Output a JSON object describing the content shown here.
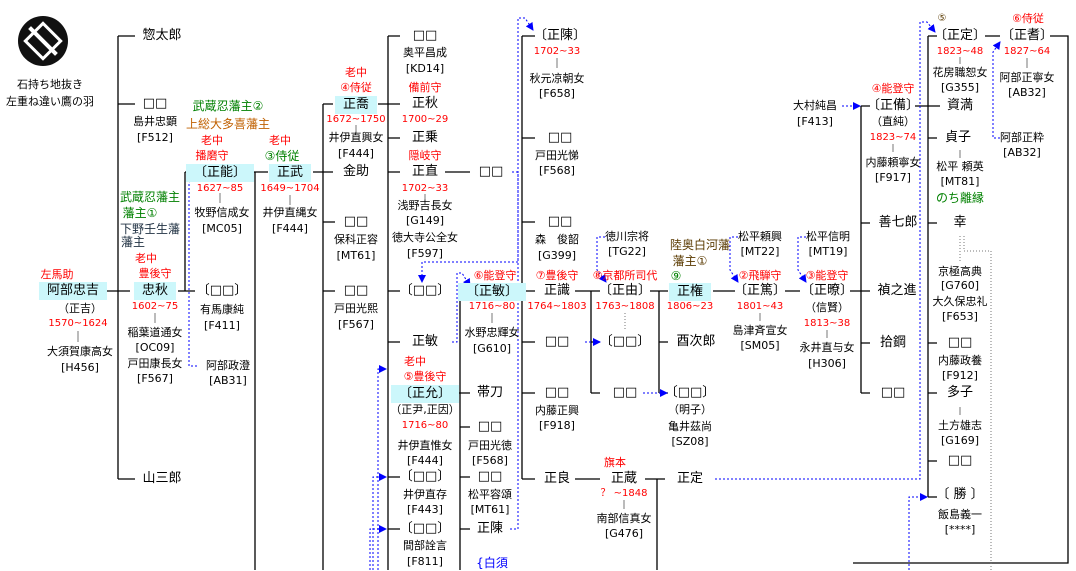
{
  "crest": {
    "caption1": "石持ち地抜き",
    "caption2": "左重ね違い鷹の羽"
  },
  "c1": {
    "sotaro": "惣太郎",
    "box1": "□□",
    "shimai": "島井忠顕",
    "shimai_id": "[F512]",
    "sanzaburo": "山三郎"
  },
  "notes": {
    "oshi2": "武蔵忍藩主②",
    "otaki": "上総大多喜藩主",
    "oshi1a": "武蔵忍藩主",
    "oshi1b": "藩主①",
    "mibu_a": "下野壬生藩",
    "mibu_b": "藩主",
    "shirakawa_a": "陸奥白河藩",
    "shirakawa_b": "藩主①",
    "shirasu": "{白須"
  },
  "tadayoshi": {
    "title": "左馬助",
    "name": "阿部忠吉",
    "alias": "（正吉）",
    "dates": "1570~1624",
    "wife": "大須賀康高女",
    "wife_id": "[H456]"
  },
  "tadaaki": {
    "title1": "老中",
    "title2": "豊後守",
    "name": "忠秋",
    "dates": "1602~75",
    "wife1": "稲葉道通女",
    "wife1_id": "[OC09]",
    "wife2": "戸田康長女",
    "wife2_id": "[F567]"
  },
  "masayoshi": {
    "title1": "老中",
    "title2": "播磨守",
    "name": "〔正能〕",
    "dates": "1627~85",
    "wife": "牧野信成女",
    "wife_id": "[MC05]"
  },
  "c2": {
    "box": "〔□□〕",
    "arima": "有馬康純",
    "arima_id": "[F411]",
    "masazumi": "阿部政澄",
    "masazumi_id": "[AB31]"
  },
  "masatake": {
    "title1": "老中",
    "title2": "③侍従",
    "name": "正武",
    "dates": "1649~1704",
    "wife": "井伊直縄女",
    "wife_id": "[F444]"
  },
  "masataka": {
    "title1": "老中",
    "title2": "④侍従",
    "name": "正喬",
    "dates": "1672~1750",
    "wife": "井伊直興女",
    "wife_id": "[F444]"
  },
  "c4": {
    "kinsuke": "金助",
    "box1": "□□",
    "hoshina": "保科正容",
    "hoshina_id": "[MT61]",
    "box2": "□□",
    "toda": "戸田光熙",
    "toda_id": "[F567]"
  },
  "c5": {
    "box1": "□□",
    "okudaira": "奥平昌成",
    "okudaira_id": "[KD14]",
    "masaaki_title": "備前守",
    "masaaki": "正秋",
    "masaaki_dates": "1700~29",
    "masanori": "正乗",
    "masanao_title": "隠岐守",
    "masanao": "正直",
    "masanao_dates": "1702~33",
    "masanao_wife1": "浅野吉長女",
    "masanao_wife1_id": "[G149]",
    "masanao_wife2": "徳大寺公全女",
    "masanao_wife2_id": "[F597]",
    "masanao_child": "□□",
    "box2": "〔□□〕",
    "masatoshi": "正敏",
    "box3": "〔□□〕",
    "ii_naoari": "井伊直存",
    "ii_naoari_id": "[F443]",
    "box4": "〔□□〕",
    "manabe": "間部詮言",
    "manabe_id": "[F811]"
  },
  "masachika": {
    "title1": "老中",
    "title2": "⑤豊後守",
    "name": "〔正允〕",
    "alias": "（正尹,正因）",
    "dates": "1716~80",
    "wife": "井伊直惟女",
    "wife_id": "[F444]"
  },
  "masatoshi6": {
    "title": "⑥能登守",
    "name": "〔正敏〕",
    "dates": "1716~80",
    "wife": "水野忠輝女",
    "wife_id": "[G610]"
  },
  "c6": {
    "tatewaki": "帯刀",
    "box1": "□□",
    "toda": "戸田光徳",
    "toda_id": "[F568]",
    "box2": "□□",
    "matsudaira": "松平容頌",
    "matsudaira_id": "[MT61]",
    "masanobu": "正陳"
  },
  "c7": {
    "masanobu": "〔正陳〕",
    "masanobu_dates": "1702~33",
    "akimoto": "秋元凉朝女",
    "akimoto_id": "[F658]",
    "box1": "□□",
    "toda": "戸田光悌",
    "toda_id": "[F568]",
    "box2": "□□",
    "mori": "森　俊韶",
    "mori_id": "[G399]",
    "masatsune_title": "⑦豊後守",
    "masatsune": "正識",
    "masatsune_dates": "1764~1803",
    "box3": "□□",
    "box4": "□□",
    "naito": "内藤正興",
    "naito_id": "[F918]",
    "masayoshi": "正良"
  },
  "c8": {
    "tokugawa": "徳川宗将",
    "tokugawa_id": "[TG22]",
    "masayoshi_title": "⑧京都所司代",
    "masayoshi": "〔正由〕",
    "masayoshi_dates": "1763~1808",
    "box1": "〔□□〕",
    "box2": "□□",
    "masazo_title": "旗本",
    "masazo": "正蔵",
    "masazo_dates": "？ ~1848",
    "nanbu": "南部信真女",
    "nanbu_id": "[G476]"
  },
  "c9": {
    "masanori_title": "⑨",
    "masanori": "正権",
    "masanori_dates": "1806~23",
    "torijiro": "酉次郎",
    "box": "〔□□〕",
    "akiko": "（明子）",
    "kamei": "亀井茲尚",
    "kamei_id": "[SZ08]",
    "masasada": "正定"
  },
  "c10": {
    "matsudaira": "松平頼興",
    "matsudaira_id": "[MT22]",
    "title": "②飛騨守",
    "name": "〔正篤〕",
    "dates": "1801~43",
    "wife": "島津斉宣女",
    "wife_id": "[SM05]"
  },
  "c11": {
    "omura": "大村純昌",
    "omura_id": "[F413]",
    "matsudaira": "松平信明",
    "matsudaira_id": "[MT19]",
    "title": "③能登守",
    "name": "〔正暸〕",
    "alias": "（信賢）",
    "dates": "1813~38",
    "wife": "永井直与女",
    "wife_id": "[H306]"
  },
  "c12": {
    "title": "④能登守",
    "name": "〔正備〕",
    "alias": "（直純）",
    "dates": "1823~74",
    "wife": "内藤頼寧女",
    "wife_id": "[F917]",
    "zenshichiro": "善七郎",
    "teinoshin": "禎之進",
    "reiko": "拾鋼",
    "box": "□□"
  },
  "c13": {
    "title": "⑤",
    "name": "〔正定〕",
    "dates": "1823~48",
    "wife": "花房職恕女",
    "wife_id": "[G355]",
    "sukemitsu": "資満",
    "sadako": "貞子",
    "sadako_husband": "松平 頼英",
    "sadako_husband_id": "[MT81]",
    "divorce": "のち離縁",
    "sachi": "幸",
    "kyogoku": "京極高典",
    "kyogoku_id": "[G760]",
    "okubo": "大久保忠礼",
    "okubo_id": "[F653]",
    "box1": "□□",
    "naito": "内藤政養",
    "naito_id": "[F912]",
    "tako": "多子",
    "hijikata": "土方雄志",
    "hijikata_id": "[G169]",
    "box2": "□□",
    "masaru": "〔 勝 〕",
    "iijima": "飯島義一",
    "iijima_id": "[****]"
  },
  "c14": {
    "title": "⑥侍従",
    "name": "〔正耆〕",
    "dates": "1827~64",
    "wife": "阿部正寧女",
    "wife_id": "[AB32]",
    "masaki": "阿部正粋",
    "masaki_id": "[AB32]"
  },
  "colors": {
    "highlight": "#ccf7fb",
    "title_red": "#ff0000",
    "han_green": "#008000",
    "link_blue": "#0000ff"
  }
}
